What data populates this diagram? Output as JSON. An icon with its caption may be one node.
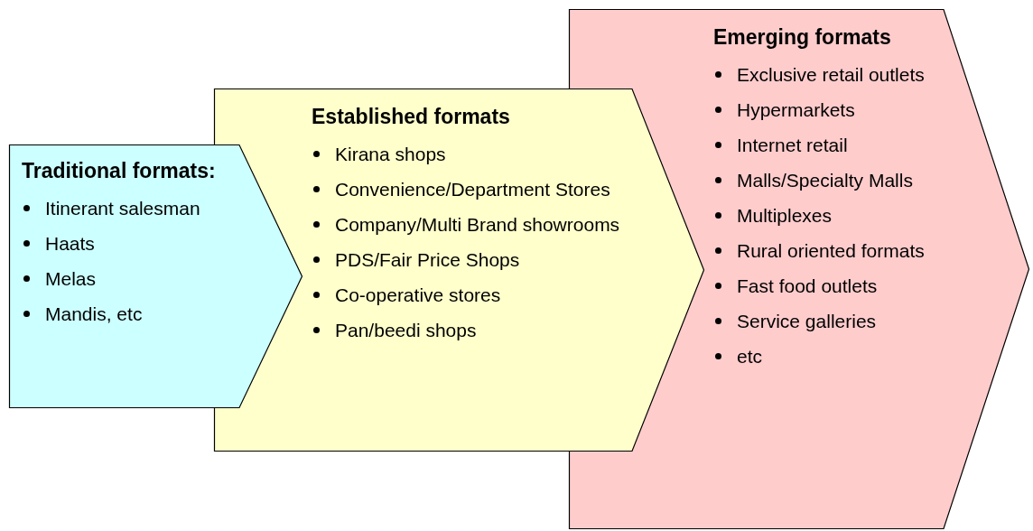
{
  "diagram": {
    "nodes": [
      {
        "text": [
          "Traditional formats:",
          "Itinerant salesman",
          "Haats",
          "Melas",
          "Mandis, etc"
        ]
      },
      {
        "text": [
          "Established formats",
          "Kirana shops",
          "Convenience/Department Stores",
          "Company/Multi Brand showrooms",
          "PDS/Fair Price Shops",
          "Co-operative stores",
          "Pan/beedi shops"
        ]
      },
      {
        "text": [
          "Emerging formats",
          "Exclusive retail outlets",
          "Hypermarkets",
          "Internet retail",
          "Malls/Specialty Malls",
          "Multiplexes",
          "Rural oriented formats",
          "Fast food outlets",
          "Service galleries",
          "etc"
        ]
      }
    ]
  }
}
